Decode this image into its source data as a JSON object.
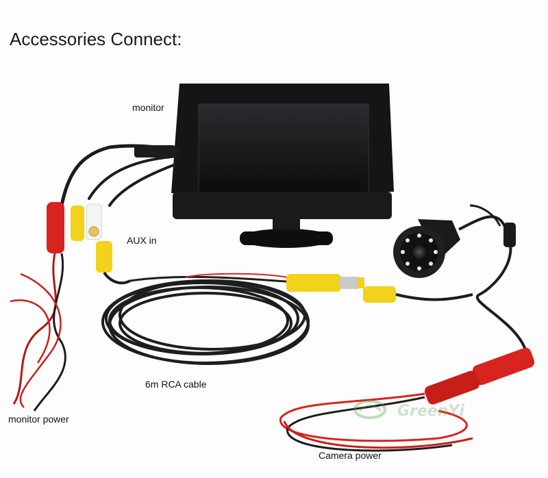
{
  "title": "Accessories Connect:",
  "labels": {
    "monitor": "monitor",
    "aux_in": "AUX in",
    "rca_cable": "6m RCA cable",
    "monitor_power": "monitor power",
    "camera_power": "Camera power"
  },
  "watermark": "GreenYi",
  "colors": {
    "background": "#ffffff",
    "cable_black": "#1c1c1c",
    "cable_red": "#d8231f",
    "rca_yellow": "#f2d21a",
    "rca_white": "#f4f4f4"
  }
}
